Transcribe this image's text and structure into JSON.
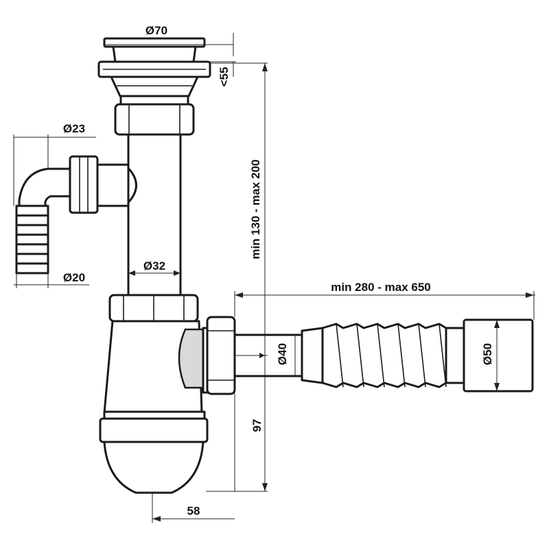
{
  "dimensions": {
    "strainer_diameter": "Ø70",
    "strainer_height": "<55",
    "overflow_elbow_diameter": "Ø23",
    "hose_nozzle_diameter": "Ø20",
    "pipe_diameter": "Ø32",
    "total_height_range": "min 130 - max 200",
    "corrugated_length_range": "min 280 - max 650",
    "outlet_diameter": "Ø40",
    "drain_end_diameter": "Ø50",
    "bottle_height": "97",
    "bottle_width": "58"
  }
}
